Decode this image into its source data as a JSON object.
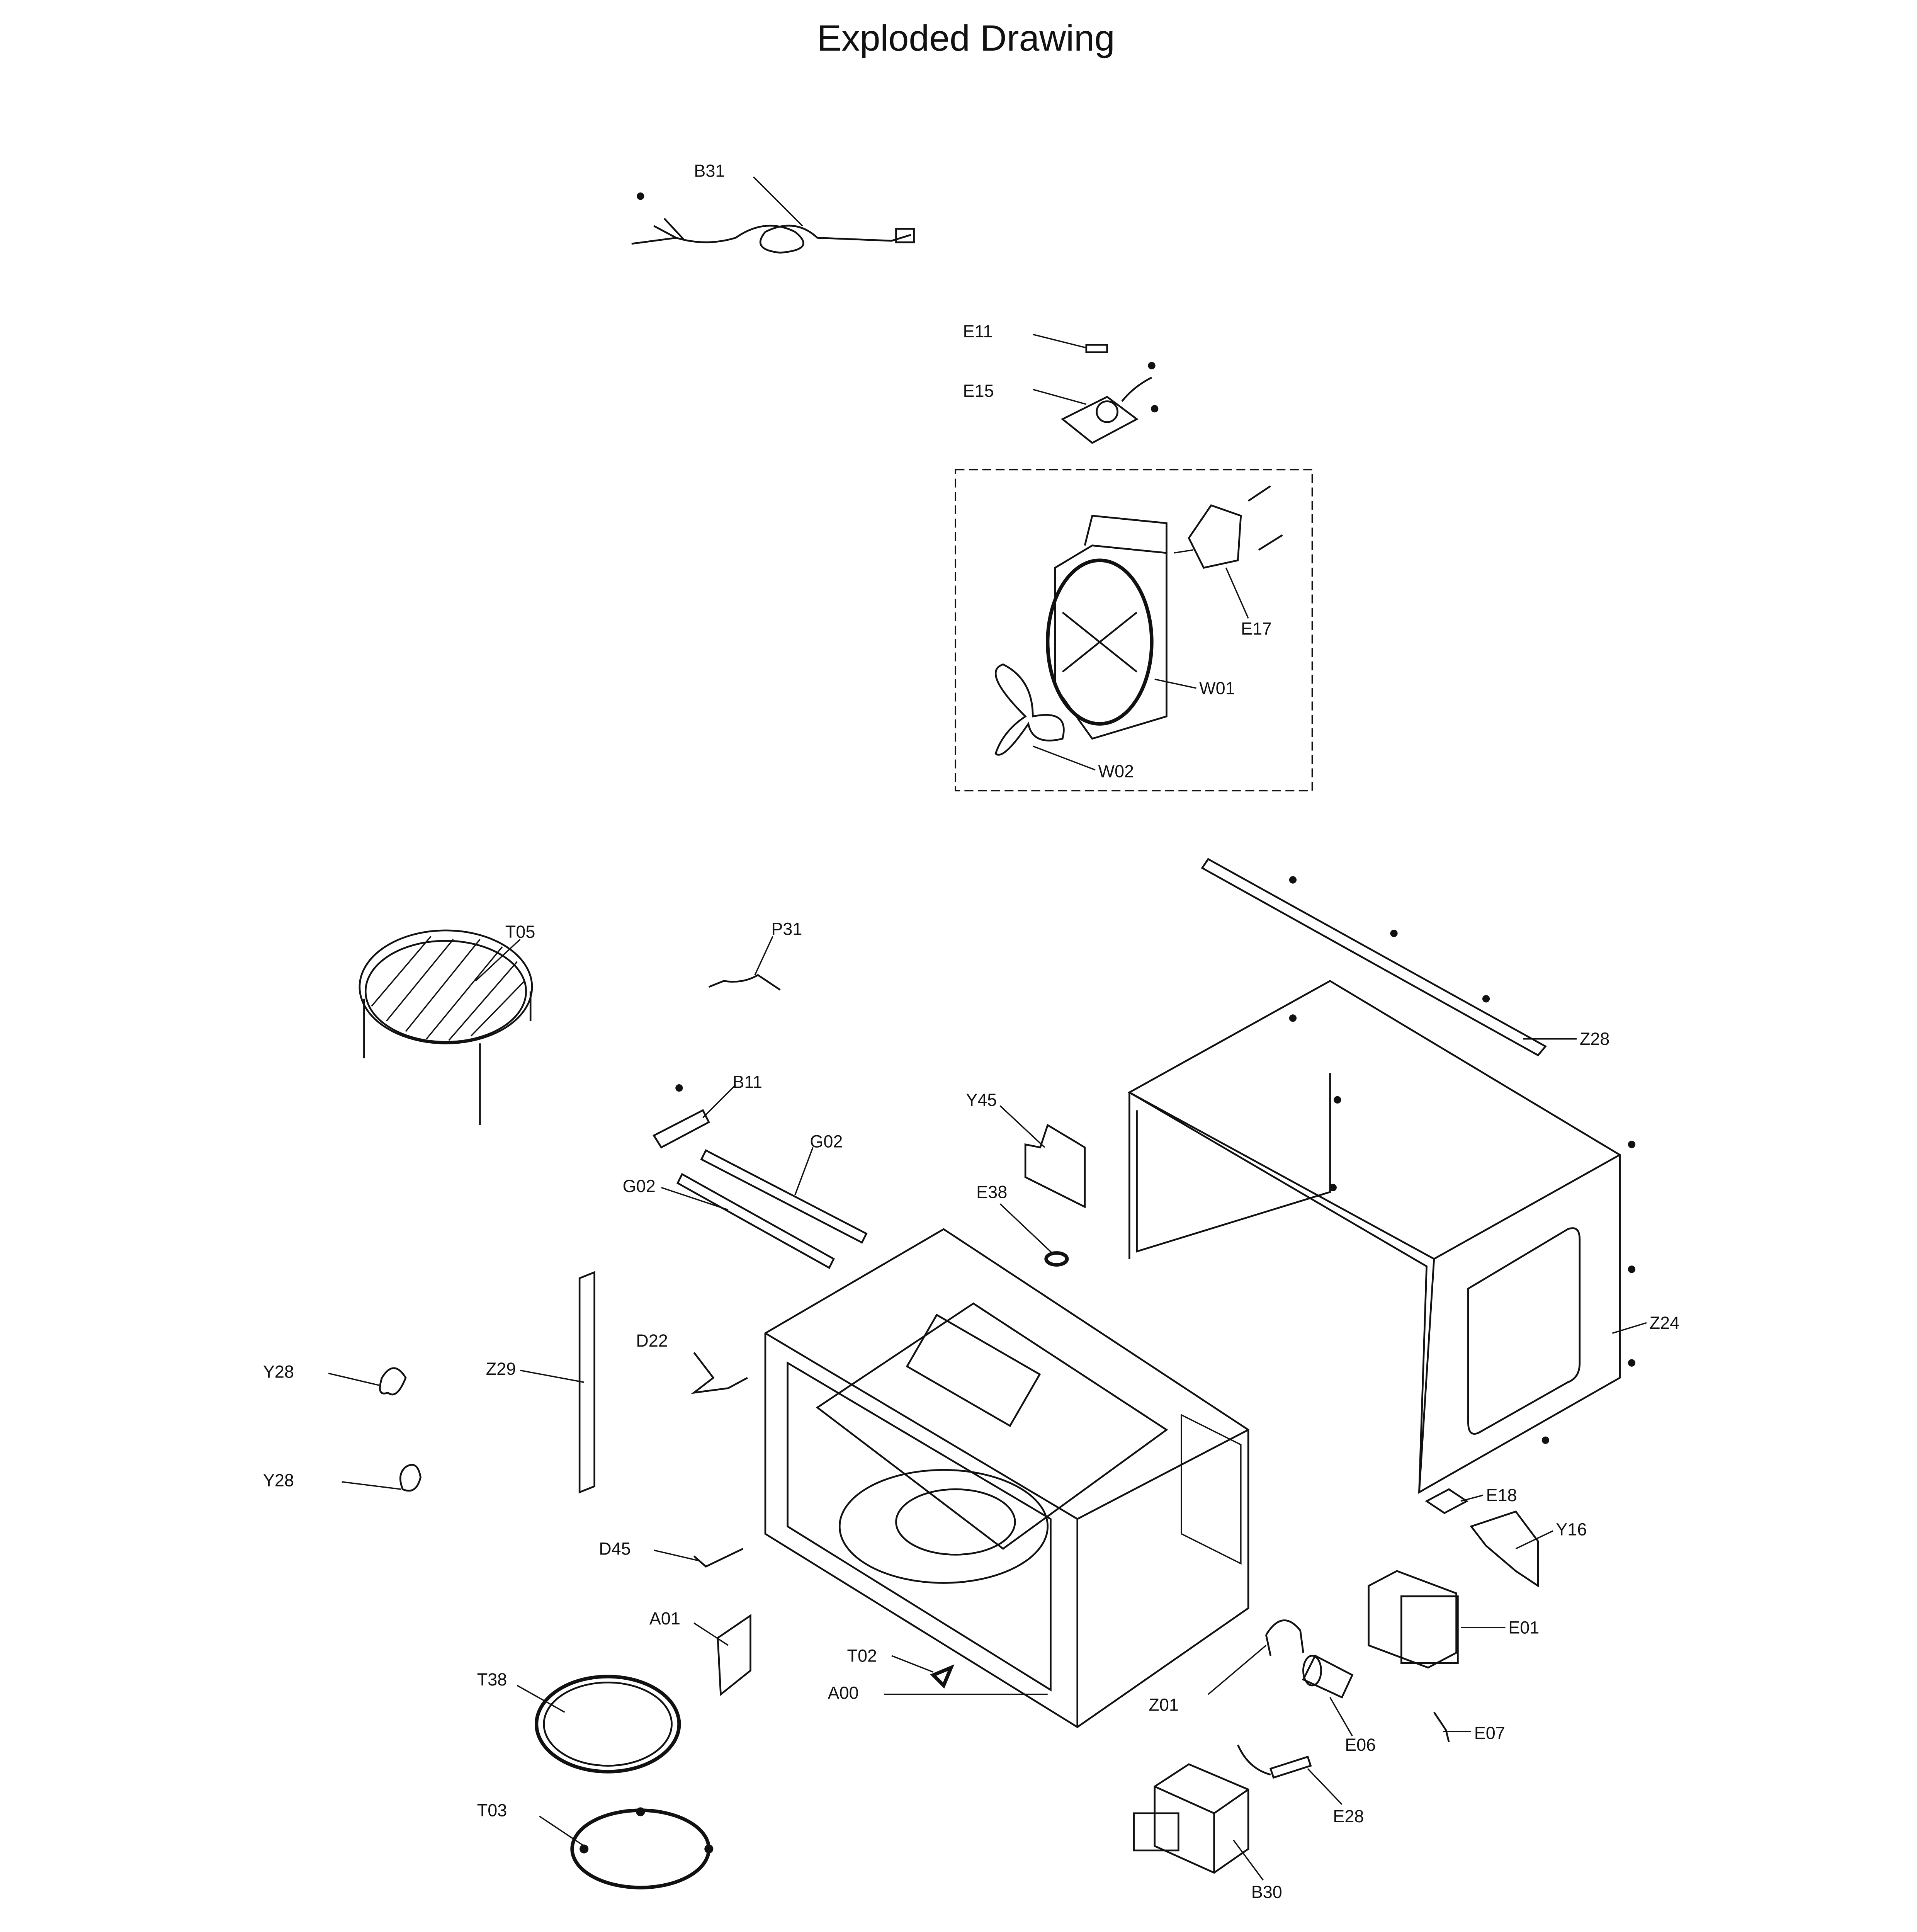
{
  "title": "Exploded Drawing",
  "labels": {
    "B31": "B31",
    "E11": "E11",
    "E15": "E15",
    "E17": "E17",
    "W01": "W01",
    "W02": "W02",
    "T05": "T05",
    "P31": "P31",
    "Z28": "Z28",
    "B11": "B11",
    "G02a": "G02",
    "G02b": "G02",
    "Y45": "Y45",
    "E38": "E38",
    "Z29": "Z29",
    "D22": "D22",
    "Y28a": "Y28",
    "Y28b": "Y28",
    "Z24": "Z24",
    "E18": "E18",
    "Y16": "Y16",
    "D45": "D45",
    "A01": "A01",
    "T02": "T02",
    "A00": "A00",
    "T38": "T38",
    "Z01": "Z01",
    "E01": "E01",
    "E06": "E06",
    "E07": "E07",
    "E28": "E28",
    "T03": "T03",
    "B30": "B30"
  }
}
